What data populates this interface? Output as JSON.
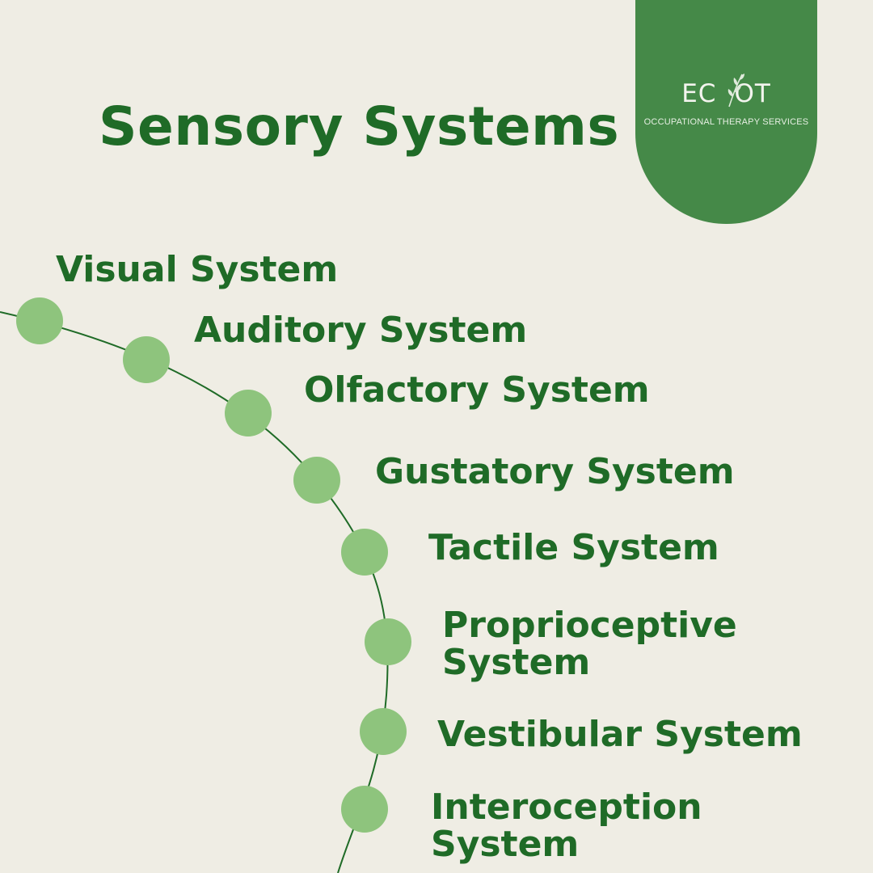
{
  "title": "Sensory Systems",
  "logo": {
    "mark_left": "EC",
    "mark_right": "OT",
    "subtitle": "OCCUPATIONAL THERAPY SERVICES",
    "icon": "leaf-sprig-icon",
    "color": "#458948"
  },
  "colors": {
    "background": "#efede4",
    "text": "#1f6b27",
    "dot": "#8ec47d",
    "line": "#1f6b27"
  },
  "systems": [
    {
      "line1": "Visual System",
      "line2": ""
    },
    {
      "line1": "Auditory System",
      "line2": ""
    },
    {
      "line1": "Olfactory System",
      "line2": ""
    },
    {
      "line1": "Gustatory System",
      "line2": ""
    },
    {
      "line1": "Tactile System",
      "line2": ""
    },
    {
      "line1": "Proprioceptive",
      "line2": "System"
    },
    {
      "line1": "Vestibular System",
      "line2": ""
    },
    {
      "line1": "Interoception",
      "line2": "System"
    }
  ]
}
